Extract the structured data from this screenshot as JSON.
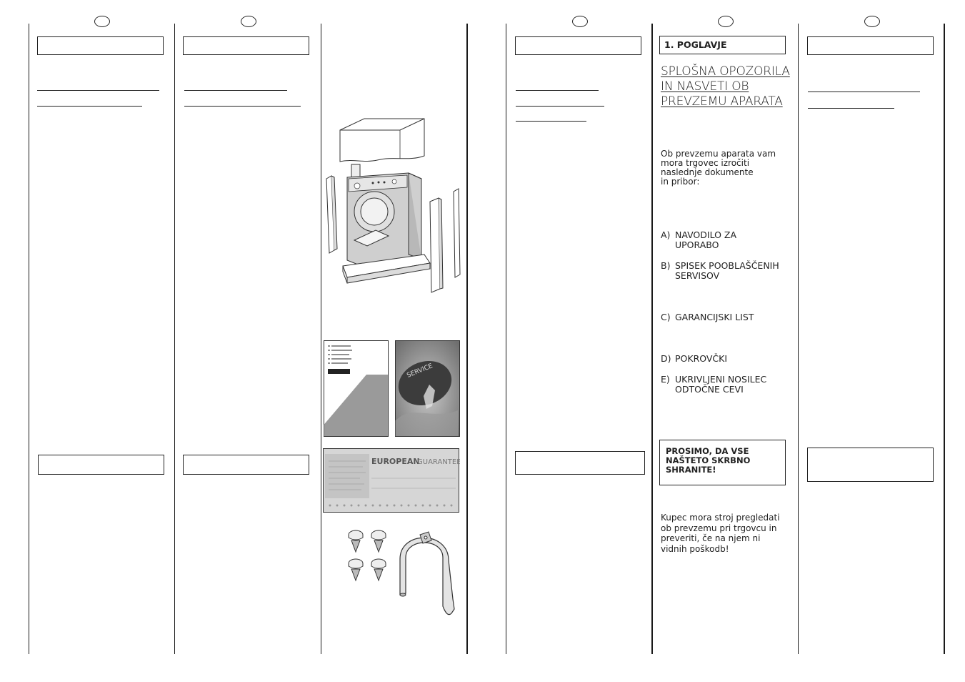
{
  "chapter": {
    "label": "1. POGLAVJE"
  },
  "title": "SPLOŠNA OPOZORILA IN NASVETI OB PREVZEMU APARATA",
  "intro": "Ob prevzemu aparata vam\nmora trgovec izročiti\nnaslednje dokumente\nin pribor:",
  "items": [
    {
      "letter": "A)",
      "line1": "NAVODILO ZA",
      "line2": "UPORABO"
    },
    {
      "letter": "B)",
      "line1": "SPISEK POOBLAŠČENIH",
      "line2": "SERVISOV"
    },
    {
      "letter": "C)",
      "line1": "GARANCIJSKI LIST",
      "line2": ""
    },
    {
      "letter": "D)",
      "line1": "POKROVČKI",
      "line2": ""
    },
    {
      "letter": "E)",
      "line1": "UKRIVLJENI NOSILEC",
      "line2": "ODTOČNE CEVI"
    }
  ],
  "notice": "PROSIMO, DA VSE NAŠTETO SKRBNO SHRANITE!",
  "footer": "Kupec mora stroj pregledati\nob prevzemu pri trgovcu in\npreveriti, če na njem ni\nvidnih poškodb!",
  "guarantee": {
    "word1": "EUROPEAN",
    "word2": "GUARANTEE"
  },
  "service_card": {
    "word": "SERVICE"
  }
}
